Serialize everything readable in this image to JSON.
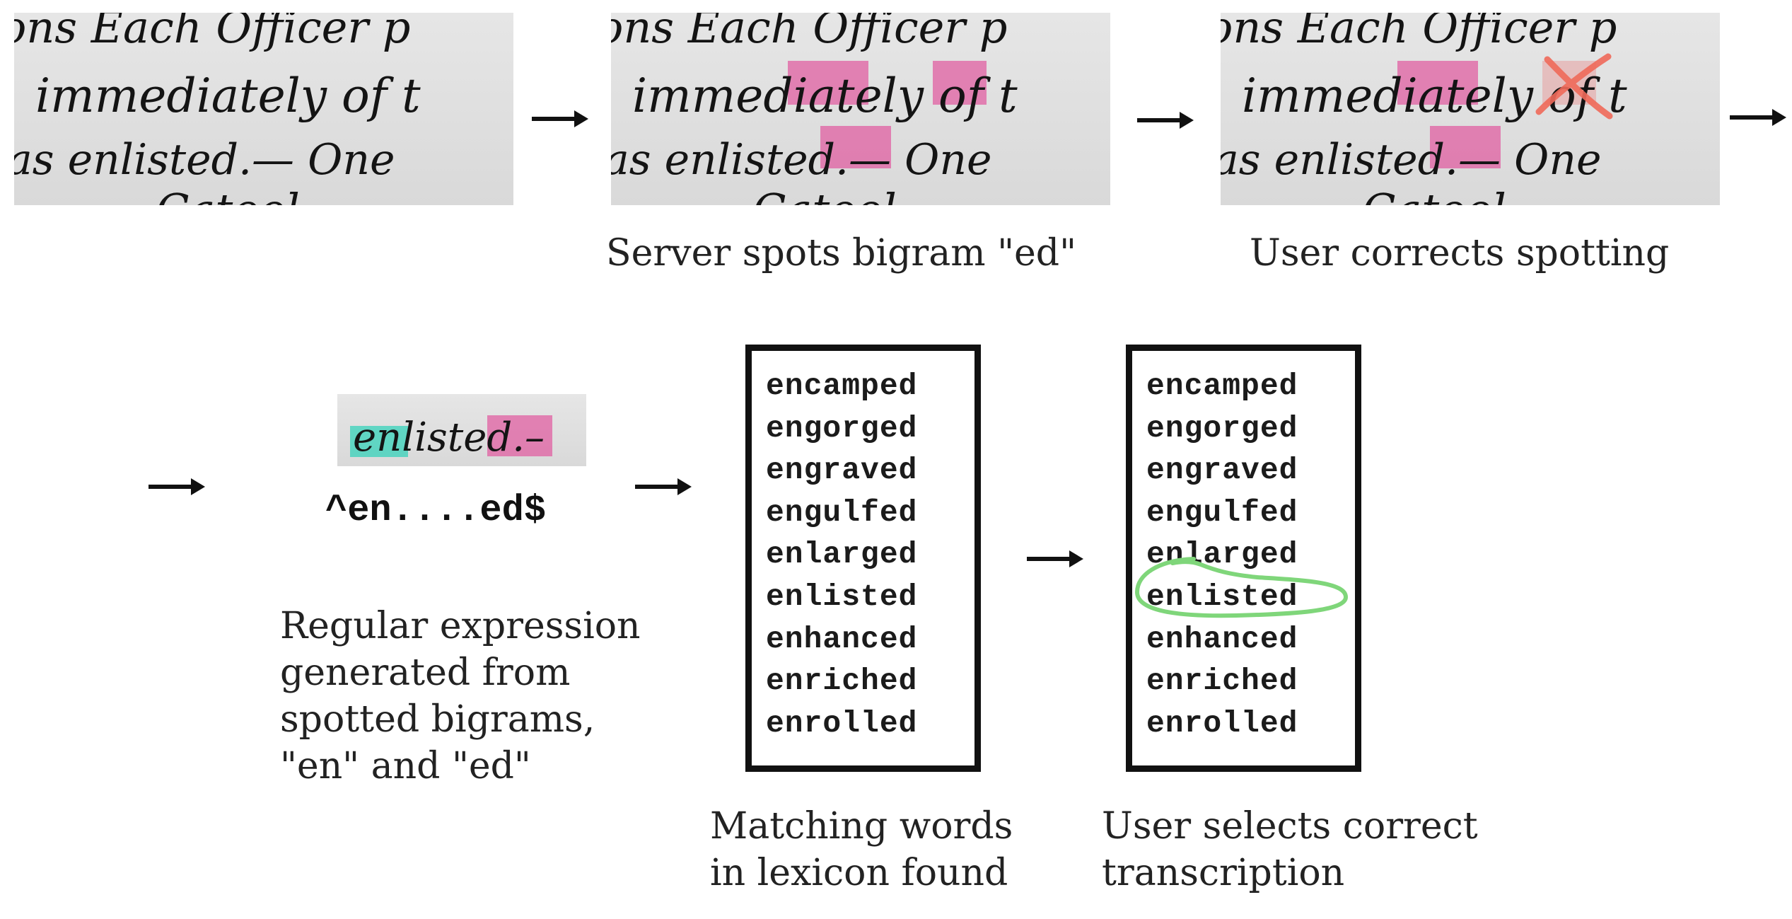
{
  "row1": {
    "panels": [
      {
        "lines": [
          "ons Each Officer p",
          "immediately of t",
          "as enlisted.— One",
          "Catool"
        ]
      },
      {
        "lines": [
          "ons Each Officer p",
          "immediately of t",
          "as enlisted.— One",
          "Catool"
        ]
      },
      {
        "lines": [
          "ons Each Officer p",
          "immediately of t",
          "as enlisted.— One",
          "Catool"
        ]
      }
    ],
    "captions": {
      "server": "Server spots bigram \"ed\"",
      "user_corrects": "User corrects spotting"
    }
  },
  "row2": {
    "snippet_text": "enlisted.–",
    "regex": "^en....ed$",
    "caption_regex": [
      "Regular expression",
      "generated from",
      "spotted bigrams,",
      "\"en\" and \"ed\""
    ],
    "caption_matching": [
      "Matching words",
      "in lexicon found"
    ],
    "caption_select": [
      "User selects correct",
      "transcription"
    ],
    "lexicon": [
      "encamped",
      "engorged",
      "engraved",
      "engulfed",
      "enlarged",
      "enlisted",
      "enhanced",
      "enriched",
      "enrolled"
    ],
    "selected_word": "enlisted"
  },
  "colors": {
    "bigram_highlight": "#e15a9f",
    "en_highlight": "#2fd1b9",
    "correction_mark": "#f06a5a",
    "selection_circle": "#7fd67a"
  }
}
